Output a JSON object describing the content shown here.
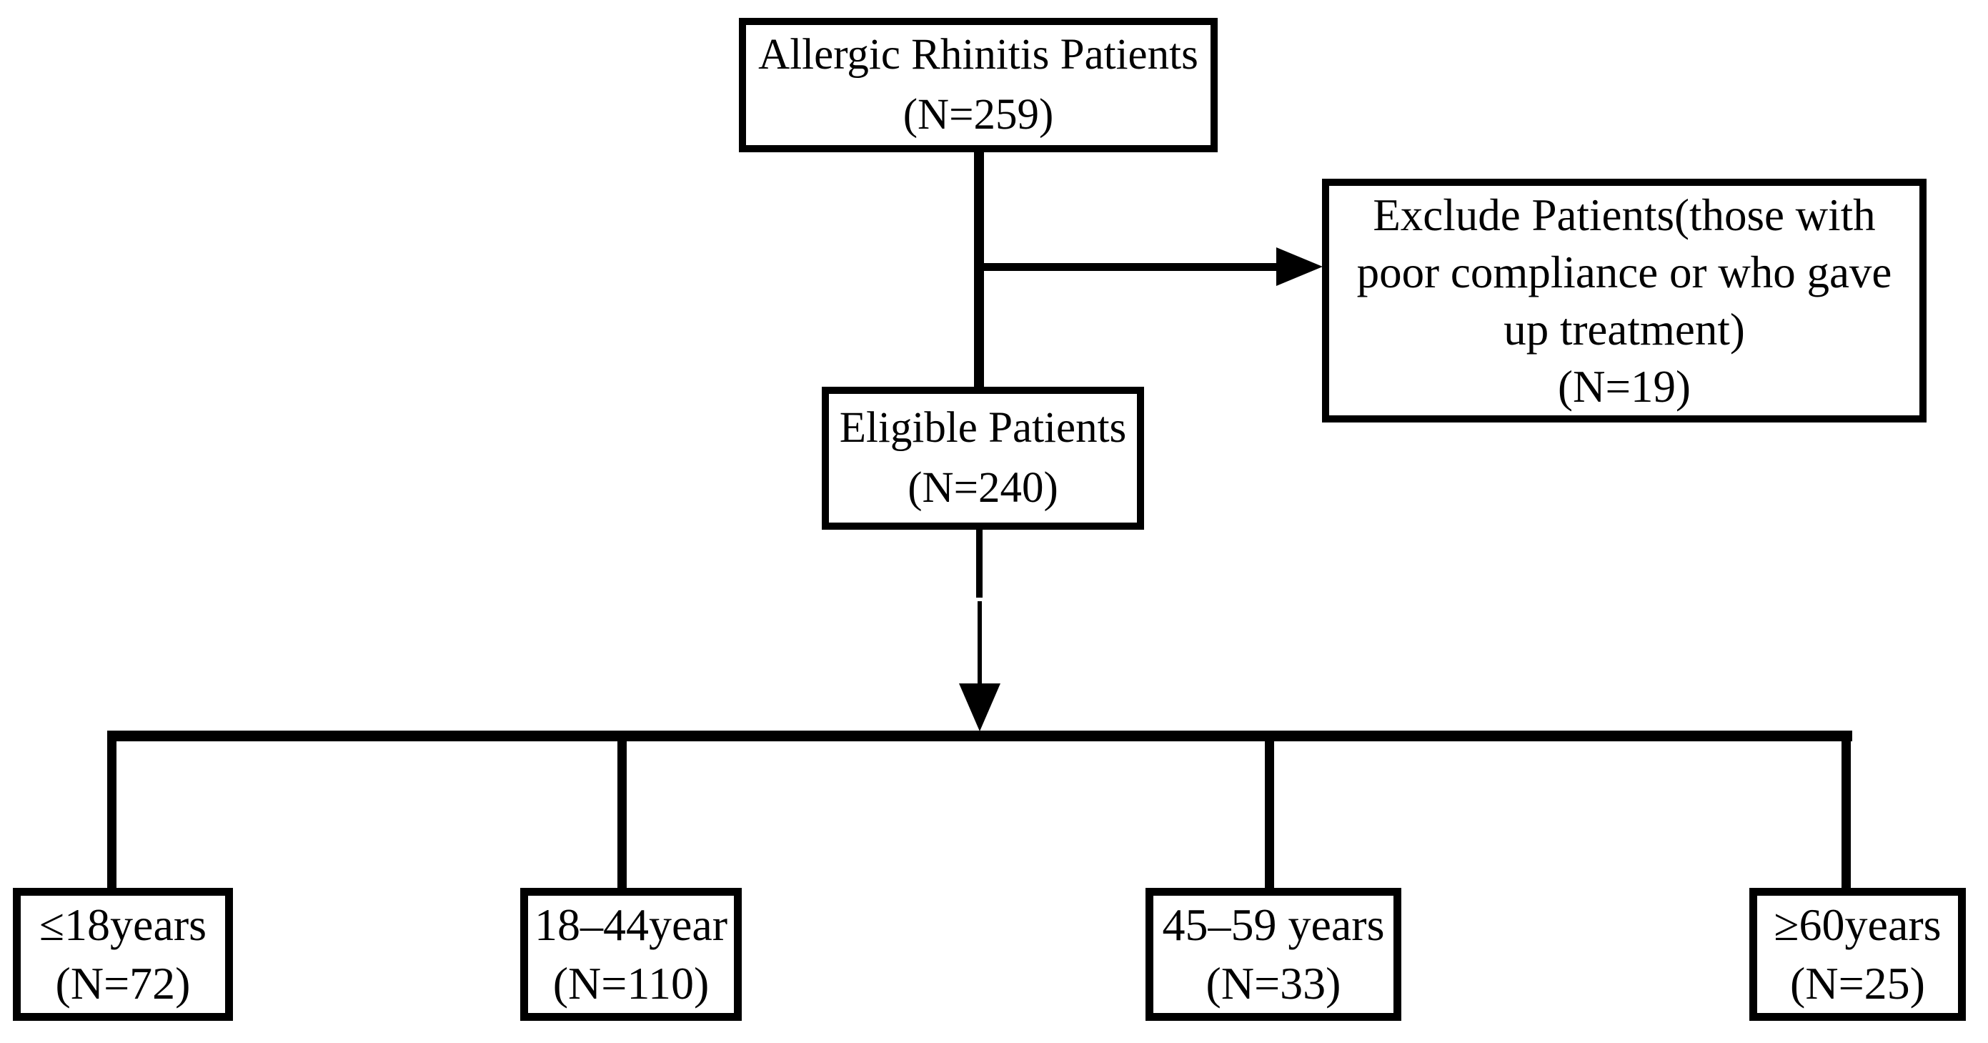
{
  "figure": {
    "type": "flowchart",
    "background": "#ffffff",
    "ink": "#000000"
  },
  "nodes": {
    "source": {
      "lines": [
        "Allergic Rhinitis Patients",
        "(N=259)"
      ]
    },
    "excluded": {
      "lines": [
        "Exclude Patients(those with",
        "poor compliance or who gave",
        "up treatment)",
        "(N=19)"
      ]
    },
    "eligible": {
      "lines": [
        "Eligible Patients",
        "(N=240)"
      ]
    },
    "age1": {
      "lines": [
        "≤18years",
        "(N=72)"
      ]
    },
    "age2": {
      "lines": [
        "18–44year",
        "(N=110)"
      ]
    },
    "age3": {
      "lines": [
        "45–59 years",
        "(N=33)"
      ]
    },
    "age4": {
      "lines": [
        "≥60years",
        "(N=25)"
      ]
    }
  },
  "edges": [
    {
      "from": "source",
      "to": "excluded",
      "arrow": true
    },
    {
      "from": "source",
      "to": "eligible",
      "arrow": false
    },
    {
      "from": "eligible",
      "to": "age-rail",
      "arrow": true
    },
    {
      "from": "age-rail",
      "to": "age1",
      "arrow": false
    },
    {
      "from": "age-rail",
      "to": "age2",
      "arrow": false
    },
    {
      "from": "age-rail",
      "to": "age3",
      "arrow": false
    },
    {
      "from": "age-rail",
      "to": "age4",
      "arrow": false
    }
  ]
}
